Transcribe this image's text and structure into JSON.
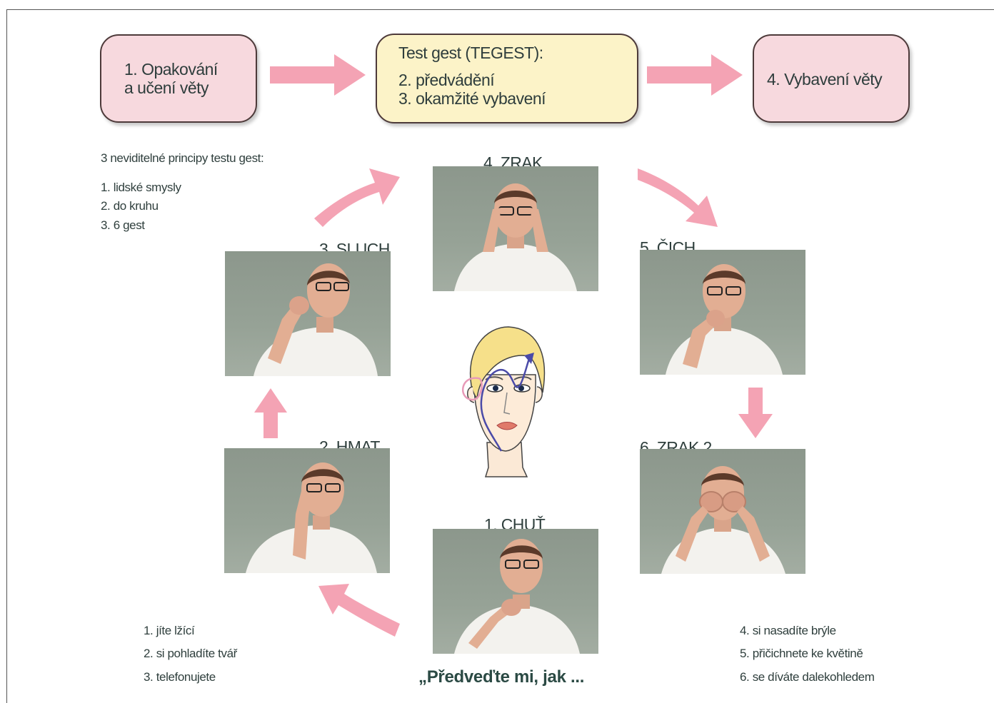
{
  "top_flow": {
    "step1": {
      "line1": "1. Opakování",
      "line2": "a učení věty"
    },
    "test": {
      "title": "Test gest (TEGEST):",
      "line1": "2. předvádění",
      "line2": "3. okamžité vybavení"
    },
    "step4": {
      "label": "4. Vybavení věty"
    }
  },
  "principles": {
    "title": "3 neviditelné principy testu gest:",
    "items": [
      "1. lidské smysly",
      "2. do kruhu",
      "3. 6 gest"
    ]
  },
  "senses": [
    {
      "label": "1. CHUŤ"
    },
    {
      "label": "2. HMAT"
    },
    {
      "label": "3. SLUCH"
    },
    {
      "label": "4. ZRAK"
    },
    {
      "label": "5. ČICH"
    },
    {
      "label": "6. ZRAK 2"
    }
  ],
  "left_list": [
    "1. jíte lžící",
    "2. si pohladíte tvář",
    "3. telefonujete"
  ],
  "right_list": [
    "4. si nasadíte brýle",
    "5. přičichnete ke květině",
    "6. se díváte dalekohledem"
  ],
  "quote": "„Předveďte mi, jak ...",
  "colors": {
    "arrow": "#f4a3b4",
    "pink_box": "#f7d9de",
    "yellow_box": "#fcf3c8",
    "text": "#2f3f3d",
    "photo_bg": "#8f9a8f"
  }
}
